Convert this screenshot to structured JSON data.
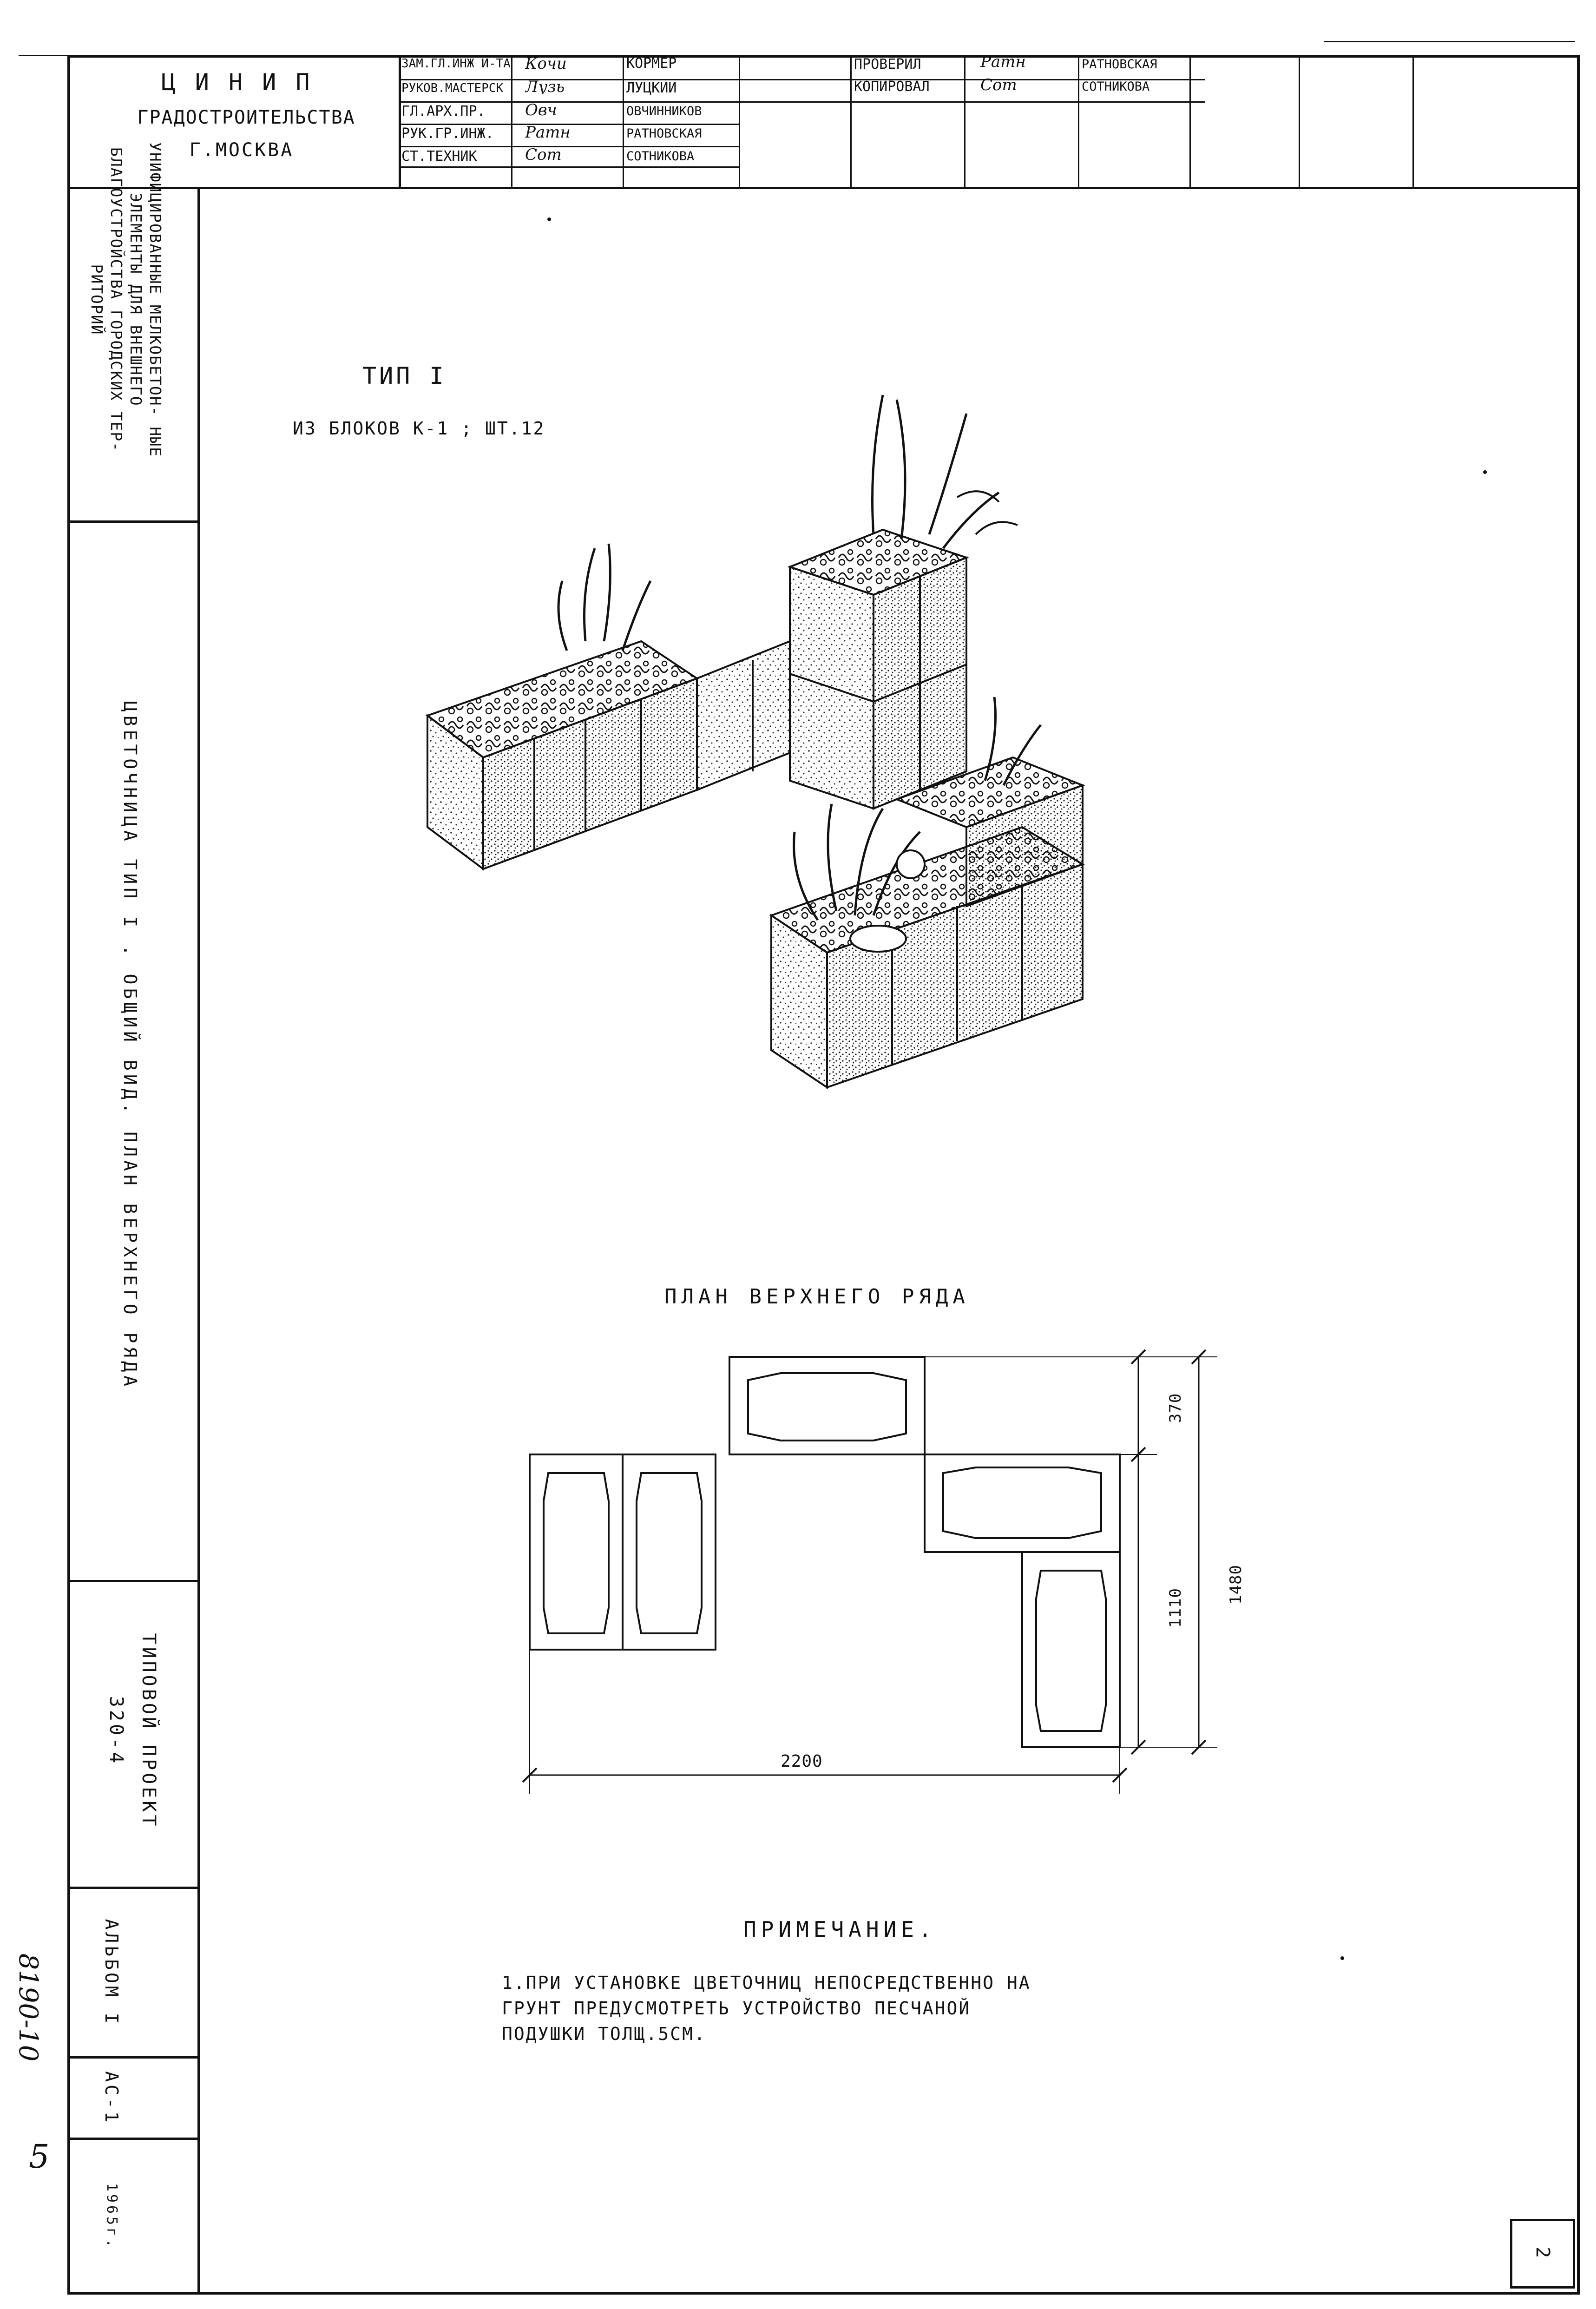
{
  "org": {
    "line1": "Ц И Н И П",
    "line2": "ГРАДОСТРОИТЕЛЬСТВА",
    "line3": "Г.МОСКВА"
  },
  "title_block": {
    "rows": [
      {
        "role": "ЗАМ.ГЛ.ИНЖ И-ТА",
        "sig": "Кочи",
        "name": "КОРМЕР"
      },
      {
        "role": "РУКОВ.МАСТЕРСК",
        "sig": "Лузь",
        "name": "ЛУЦКИЙ"
      },
      {
        "role": "ГЛ.АРХ.ПР.",
        "sig": "Овч",
        "name": "ОВЧИННИКОВ"
      },
      {
        "role": "РУК.ГР.ИНЖ.",
        "sig": "Ратн",
        "name": "РАТНОВСКАЯ"
      },
      {
        "role": "СТ.ТЕХНИК",
        "sig": "Сот",
        "name": "СОТНИКОВА"
      }
    ],
    "check": [
      {
        "role": "ПРОВЕРИЛ",
        "sig": "Ратн",
        "name": "РАТНОВСКАЯ"
      },
      {
        "role": "КОПИРОВАЛ",
        "sig": "Сот",
        "name": "СОТНИКОВА"
      }
    ]
  },
  "side": {
    "album_title": "УНИФИЦИРОВАННЫЕ МЕЛКОБЕТОН- НЫЕ ЭЛЕМЕНТЫ ДЛЯ ВНЕШНЕГО БЛАГОУСТРОЙСТВА ГОРОДСКИХ ТЕР- РИТОРИЙ",
    "sheet_title": "ЦВЕТОЧНИЦА ТИП I . ОБЩИЙ ВИД. ПЛАН ВЕРХНЕГО РЯДА",
    "project_l1": "ТИПОВОЙ ПРОЕКТ",
    "project_l2": "320-4",
    "album": "АЛЬБОМ I",
    "sheet_code": "АС-1",
    "year": "1965г."
  },
  "main": {
    "type_title": "ТИП I",
    "type_sub": "ИЗ БЛОКОВ К-1 ; ШТ.12",
    "plan_title": "ПЛАН ВЕРХНЕГО РЯДА",
    "dims": {
      "d370": "370",
      "d1110": "1110",
      "d1480": "1480",
      "d2200": "2200"
    },
    "note_title": "ПРИМЕЧАНИЕ.",
    "note_l1": "1.При установке цветочниц непосредственно на",
    "note_l2": "грунт предусмотреть устройство песчаной",
    "note_l3": "подушки толщ.5см.",
    "sheet_no": "2",
    "margin_code": "8190-10",
    "margin_page": "5"
  }
}
